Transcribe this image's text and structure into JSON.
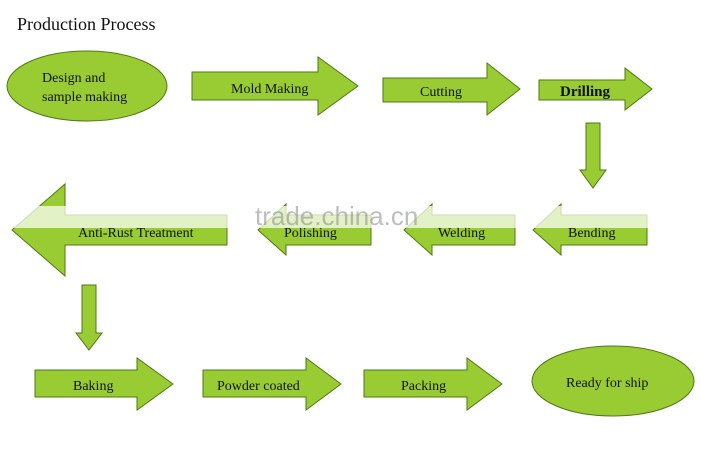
{
  "title": "Production Process",
  "steps": {
    "design": "Design and|sample making",
    "mold_making": "Mold Making",
    "cutting": "Cutting",
    "drilling": "Drilling",
    "bending": "Bending",
    "welding": "Welding",
    "polishing": "Polishing",
    "anti_rust": "Anti-Rust Treatment",
    "baking": "Baking",
    "powder_coated": "Powder coated",
    "packing": "Packing",
    "ready": "Ready for ship"
  },
  "watermark": "trade.china.cn",
  "colors": {
    "shape_fill": "#99cc33",
    "shape_stroke": "#4d7a12",
    "text": "#111111"
  }
}
